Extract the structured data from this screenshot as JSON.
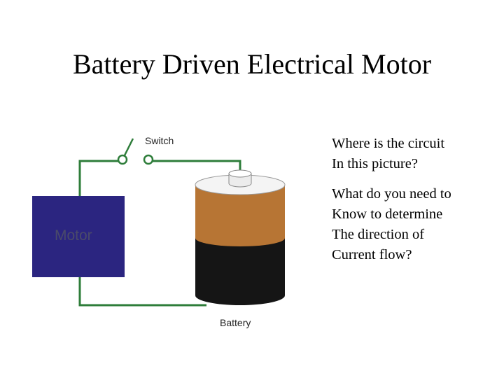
{
  "slide": {
    "title": "Battery Driven Electrical Motor"
  },
  "diagram": {
    "switch_label": "Switch",
    "motor_label": "Motor",
    "battery_label": "Battery",
    "colors": {
      "wire": "#2e7d3a",
      "motor": "#2b2580",
      "motor_label": "#4a4a6a",
      "battery_top": "#b77534",
      "battery_bottom": "#151515",
      "battery_cap": "#f4f4f4"
    }
  },
  "questions": [
    {
      "lines": [
        "Where is the circuit",
        "In this picture?"
      ]
    },
    {
      "lines": [
        "What do you need to",
        "Know to determine",
        "The direction of",
        "Current flow?"
      ]
    }
  ]
}
